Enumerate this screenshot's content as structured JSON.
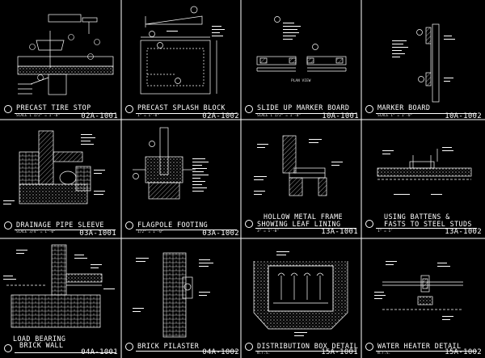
{
  "sheet": {
    "details": [
      {
        "title": "PRECAST TIRE STOP",
        "scale": "SCALE 1 1/2\" = 1'-0\"",
        "code": "02A-1001"
      },
      {
        "title": "PRECAST SPLASH BLOCK",
        "scale": "1\" = 1'-0\"",
        "code": "02A-1002"
      },
      {
        "title": "SLIDE UP MARKER BOARD",
        "scale": "SCALE 1 1/2\" = 1'-0\"",
        "code": "10A-1001"
      },
      {
        "title": "MARKER BOARD",
        "scale": "SCALE 1\" = 1'-0\"",
        "code": "10A-1002"
      },
      {
        "title": "DRAINAGE PIPE SLEEVE",
        "scale": "SCALE 3/4\" = 1'-0\"",
        "code": "03A-1001"
      },
      {
        "title": "FLAGPOLE FOOTING",
        "scale": "1/2\" = 1'-0\"",
        "code": "03A-1002"
      },
      {
        "title": "HOLLOW METAL FRAME",
        "title2": "SHOWING LEAF LINING",
        "scale": "3\" = 1'-0\"",
        "code": "13A-1001"
      },
      {
        "title": "USING BATTENS &",
        "title2": "FASTS TO STEEL STUDS",
        "scale": "1\" = 1'",
        "code": "13A-1002"
      },
      {
        "title": "LOAD BEARING",
        "title2": "BRICK WALL",
        "scale": "",
        "code": "04A-1001"
      },
      {
        "title": "BRICK PILASTER",
        "scale": "",
        "code": "04A-1002"
      },
      {
        "title": "DISTRIBUTION BOX DETAIL",
        "scale": "N.T.S.",
        "code": "15A-1001"
      },
      {
        "title": "WATER HEATER DETAIL",
        "scale": "N.T.S.",
        "code": "15A-1002"
      }
    ],
    "callouts": {
      "tire_stop": [
        "1",
        "2",
        "3",
        "4",
        "5"
      ],
      "splash_block": [
        "1",
        "2",
        "3",
        "4",
        "5",
        "6"
      ],
      "marker_board_slide": [
        "1",
        "2"
      ],
      "plan_label": "PLAN VIEW"
    }
  }
}
